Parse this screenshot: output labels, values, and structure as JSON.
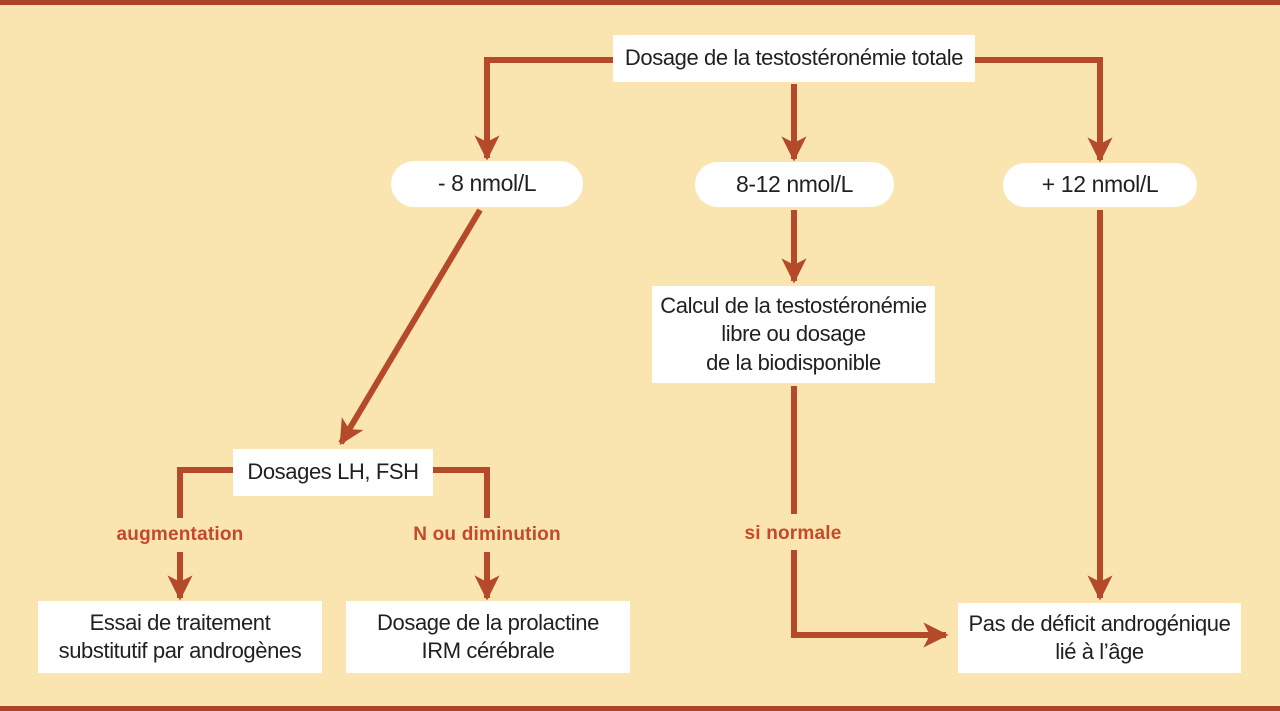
{
  "flowchart": {
    "root_label": "Dosage de la testostéronémie totale",
    "pills": {
      "low": "- 8 nmol/L",
      "mid": "8-12 nmol/L",
      "high": "+ 12 nmol/L"
    },
    "calcul_lines": {
      "l1": "Calcul de la testostéronémie",
      "l2": "libre ou dosage",
      "l3": "de la biodisponible"
    },
    "lh_fsh_label": "Dosages LH, FSH",
    "essai_lines": {
      "l1": "Essai de traitement",
      "l2": "substitutif par androgènes"
    },
    "prolactine_lines": {
      "l1": "Dosage de la prolactine",
      "l2": "IRM cérébrale"
    },
    "pas_deficit_lines": {
      "l1": "Pas de déficit androgénique",
      "l2": "lié à l’âge"
    },
    "edge_labels": {
      "augmentation": "augmentation",
      "n_ou_diminution": "N ou diminution",
      "si_normale": "si normale"
    },
    "colors": {
      "background": "#fae4b0",
      "arrow": "#b54a2b",
      "edge_label": "#c4492a",
      "box_background": "#ffffff",
      "box_text": "#231f20",
      "frame_bar": "#ae4427"
    }
  }
}
